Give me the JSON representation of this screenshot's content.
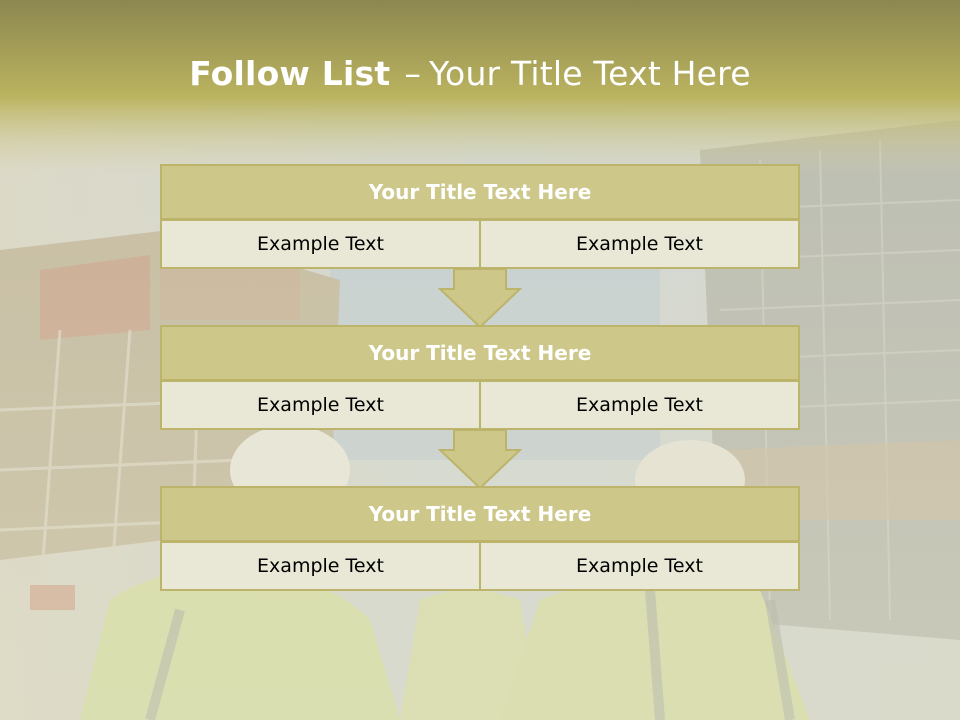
{
  "slide": {
    "title_bold": "Follow List",
    "title_dash": "–",
    "title_rest": "Your Title Text Here",
    "colors": {
      "accent": "#bdb46b",
      "header_fill": "#cdc78a",
      "cell_fill": "#e9e8d6",
      "banner": "#b8b262"
    }
  },
  "blocks": [
    {
      "title": "Your Title Text Here",
      "left": "Example Text",
      "right": "Example Text"
    },
    {
      "title": "Your Title Text Here",
      "left": "Example Text",
      "right": "Example Text"
    },
    {
      "title": "Your Title Text Here",
      "left": "Example Text",
      "right": "Example Text"
    }
  ]
}
